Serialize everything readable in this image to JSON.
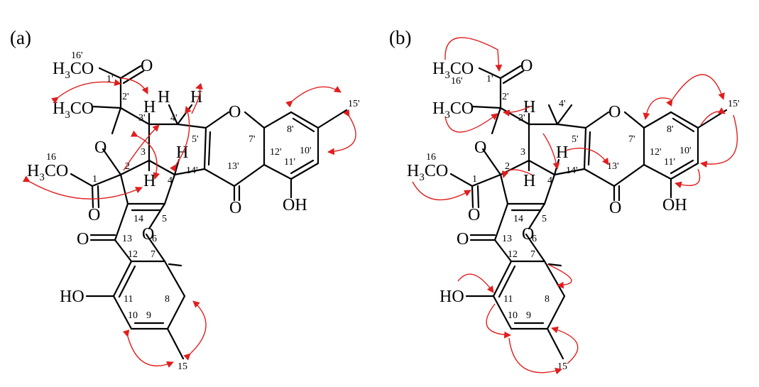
{
  "panels": [
    {
      "label": "(a)"
    },
    {
      "label": "(b)"
    }
  ],
  "atoms": {
    "O": "O",
    "H": "H",
    "OH": "OH",
    "HO": "HO",
    "H3CO_pre": "H",
    "H3CO_sub": "3",
    "H3CO_post": "CO"
  },
  "numbering": {
    "n1": "1",
    "n2": "2",
    "n3": "3",
    "n4": "4",
    "n5": "5",
    "n6": "6",
    "n7": "7",
    "n8": "8",
    "n9": "9",
    "n10": "10",
    "n11": "11",
    "n12": "12",
    "n13": "13",
    "n14": "14",
    "n15": "15",
    "n16": "16",
    "p1": "1'",
    "p2": "2'",
    "p3": "3'",
    "p4": "4'",
    "p5": "5'",
    "p7": "7'",
    "p8": "8'",
    "p10": "10'",
    "p11": "11'",
    "p12": "12'",
    "p13": "13'",
    "p14": "14'",
    "p15": "15'",
    "p16": "16'"
  },
  "colors": {
    "bond": "#000000",
    "correlation_arrow": "#e01e1e"
  }
}
